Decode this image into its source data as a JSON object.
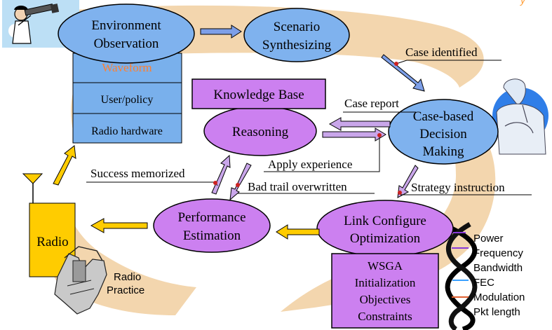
{
  "colors": {
    "ellipse_fill": "#7fb2ee",
    "purple": "#cc80f0",
    "env_box": "#79b0ec",
    "radio_fill": "#ffcc00",
    "orange_text": "#ff7f30",
    "swirl": "#f3d6ae",
    "arrow_fill": "#7d9fe8",
    "arrow_purple": "#c9a6ea",
    "arrow_yellow": "#f5c400"
  },
  "top_right_fragment": "y",
  "nodes": {
    "env_obs": "Environment Observation",
    "scenario": "Scenario Synthesizing",
    "case_based": "Case-based Decision Making",
    "reasoning": "Reasoning",
    "performance": "Performance Estimation",
    "link_config": "Link Configure Optimization"
  },
  "env_box": {
    "waveform": "Waveform",
    "user_policy": "User/policy",
    "radio_hardware": "Radio hardware"
  },
  "knowledge_base": "Knowledge Base",
  "wsga": [
    "WSGA",
    "Initialization",
    "Objectives",
    "Constraints"
  ],
  "radio": "Radio",
  "radio_practice": "Radio Practice",
  "labels": {
    "case_identified": "Case identified",
    "case_report": "Case report",
    "apply_experience": "Apply experience",
    "success_memorized": "Success memorized",
    "bad_trail_overwritten": "Bad trail overwritten",
    "strategy_instruction": "Strategy instruction"
  },
  "parameters": [
    "Power",
    "Frequency",
    "Bandwidth",
    "FEC",
    "Modulation",
    "Pkt length"
  ],
  "icons": {
    "observer": "person-with-telescope-icon",
    "thinker": "thinking-statue-icon",
    "antenna": "antenna-icon",
    "hand": "robotic-hand-icon",
    "dna": "dna-helix-icon"
  }
}
